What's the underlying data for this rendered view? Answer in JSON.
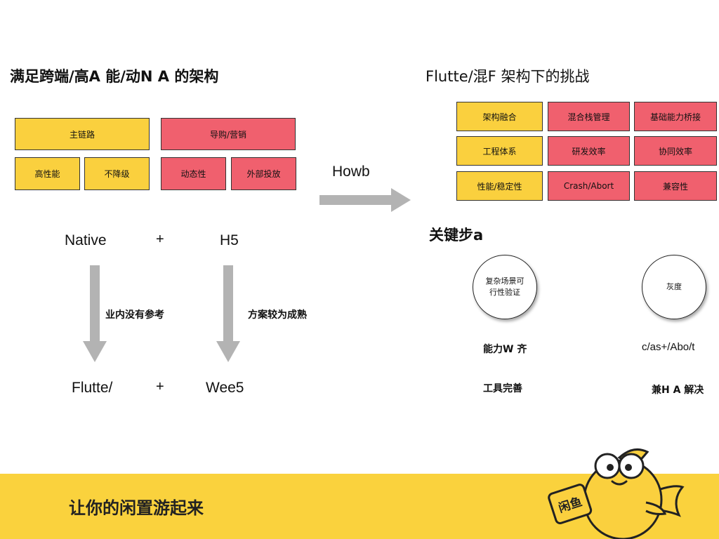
{
  "slide": {
    "left_title": "满足跨端/高A 能/动N A 的架构",
    "right_title": "Flutte/混F 架构下的挑战",
    "how_label": "Howb",
    "key_steps_title": "关键步a",
    "slogan": "让你的闲置游起来"
  },
  "left_boxes": {
    "main_link": "主链路",
    "shopping": "导购/营销",
    "high_perf": "高性能",
    "no_degrade": "不降级",
    "dynamic": "动态性",
    "external": "外部投放"
  },
  "left_flow": {
    "native": "Native",
    "plus": "+",
    "h5": "H5",
    "note_left": "业内没有参考",
    "note_right": "方案较为成熟",
    "flutter": "Flutte/",
    "weex": "Wee5"
  },
  "challenge_grid": [
    {
      "label": "架构融合",
      "color": "yellow"
    },
    {
      "label": "混合栈管理",
      "color": "pink"
    },
    {
      "label": "基础能力桥接",
      "color": "pink"
    },
    {
      "label": "工程体系",
      "color": "yellow"
    },
    {
      "label": "研发效率",
      "color": "pink"
    },
    {
      "label": "协同效率",
      "color": "pink"
    },
    {
      "label": "性能/稳定性",
      "color": "yellow"
    },
    {
      "label": "Crash/Abort",
      "color": "pink"
    },
    {
      "label": "兼容性",
      "color": "pink"
    }
  ],
  "key_steps": {
    "circle_left": "复杂场景可\n行性验证",
    "circle_right": "灰度",
    "left_items": [
      "能力W 齐",
      "工具完善"
    ],
    "right_items": [
      "c/as+/Abo/t",
      "兼H A 解决"
    ]
  },
  "logo": {
    "badge_text": "闲鱼"
  },
  "colors": {
    "yellow": "#fad03e",
    "pink": "#f0606e",
    "footer": "#fad23d",
    "arrow": "#b3b3b3"
  }
}
